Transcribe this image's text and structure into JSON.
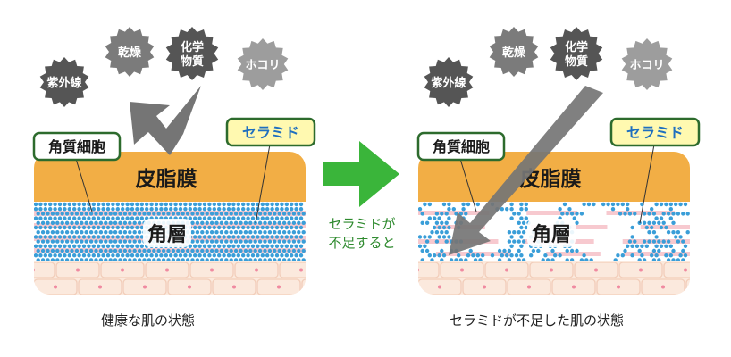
{
  "colors": {
    "sebum": "#f2ae45",
    "stratum_bg": "#ffffff",
    "stripe": "#f7c9cf",
    "dot": "#3a9ed8",
    "cell_fill": "#fbe9dd",
    "cell_line": "#f2cdb9",
    "cell_dot": "#f08aa0",
    "arrow_green": "#3ab53a",
    "arrow_gray": "#757575",
    "label_green": "#2e8a2e",
    "ceramide_fill": "#fff9b0",
    "ceramide_stroke": "#2d6b2d",
    "ceramide_text": "#1f6fbf",
    "badge_dark": "#555555",
    "badge_mid": "#7b7b7b",
    "badge_light": "#9d9d9d"
  },
  "panels": [
    {
      "id": "healthy",
      "caption": "健康な肌の状態",
      "sebum_label": "皮脂膜",
      "stratum_label": "角層",
      "cell_label": "角質細胞",
      "ceramide_label": "セラミド",
      "intact": true,
      "stressors": [
        {
          "icon": "uv-starburst-icon",
          "lines": [
            "紫外線"
          ],
          "tone": "badge_dark"
        },
        {
          "icon": "dryness-starburst-icon",
          "lines": [
            "乾燥"
          ],
          "tone": "badge_mid"
        },
        {
          "icon": "chemical-starburst-icon",
          "lines": [
            "化学",
            "物質"
          ],
          "tone": "badge_dark"
        },
        {
          "icon": "dust-starburst-icon",
          "lines": [
            "ホコリ"
          ],
          "tone": "badge_light"
        }
      ]
    },
    {
      "id": "ceramide-deficient",
      "caption": "セラミドが不足した肌の状態",
      "sebum_label": "皮脂膜",
      "stratum_label": "角層",
      "cell_label": "角質細胞",
      "ceramide_label": "セラミド",
      "intact": false,
      "stressors": [
        {
          "icon": "uv-starburst-icon",
          "lines": [
            "紫外線"
          ],
          "tone": "badge_dark"
        },
        {
          "icon": "dryness-starburst-icon",
          "lines": [
            "乾燥"
          ],
          "tone": "badge_mid"
        },
        {
          "icon": "chemical-starburst-icon",
          "lines": [
            "化学",
            "物質"
          ],
          "tone": "badge_dark"
        },
        {
          "icon": "dust-starburst-icon",
          "lines": [
            "ホコリ"
          ],
          "tone": "badge_light"
        }
      ]
    }
  ],
  "transition": {
    "icon": "right-arrow-icon",
    "lines": [
      "セラミドが",
      "不足すると"
    ]
  }
}
